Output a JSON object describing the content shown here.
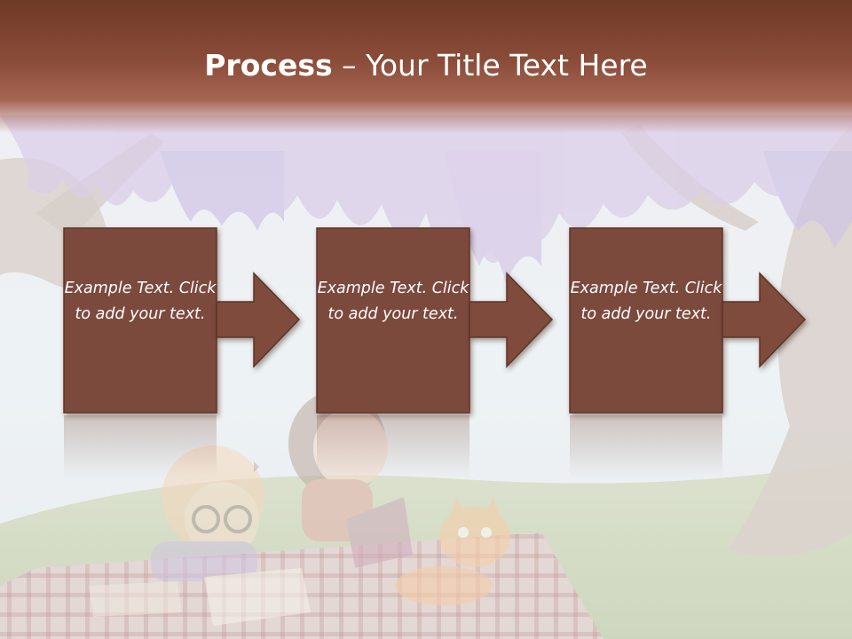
{
  "slide": {
    "title_bold": "Process",
    "title_rest": " – Your Title Text Here"
  },
  "steps": [
    {
      "text": "Example Text. Click  to add your text."
    },
    {
      "text": "Example Text. Click  to add your text."
    },
    {
      "text": "Example Text. Click  to add your text."
    }
  ],
  "colors": {
    "title_band": "#7a402d",
    "box_fill": "#7b4a3c",
    "arrow_fill": "#7e4b3d",
    "text": "#ffffff"
  }
}
